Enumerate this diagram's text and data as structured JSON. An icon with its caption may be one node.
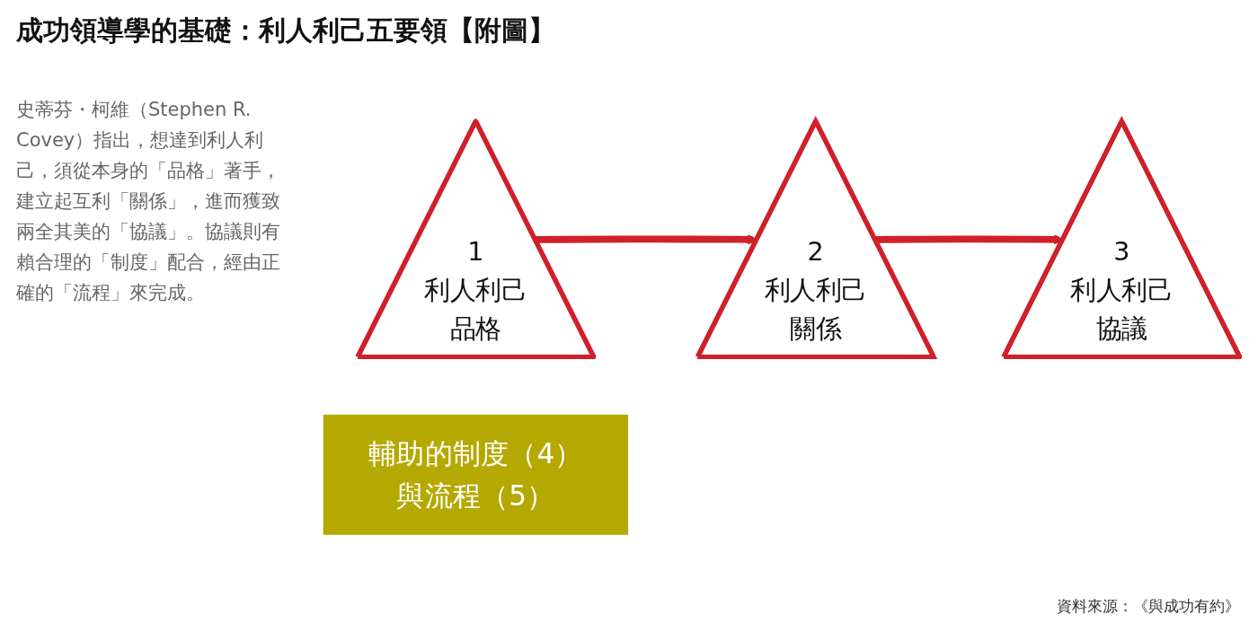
{
  "diagram": {
    "title": "成功領導學的基礎：利人利己五要領【附圖】",
    "caption": "資料來源：《與成功有約》",
    "nodes": [
      {
        "text": [
          "1",
          "利人利己",
          "品格"
        ]
      },
      {
        "text": [
          "2",
          "利人利己",
          "關係"
        ]
      },
      {
        "text": [
          "3",
          "利人利己",
          "協議"
        ]
      },
      {
        "text": [
          "輔助的制度（4）與流程（5）"
        ]
      }
    ],
    "edges": [
      {
        "from": 0,
        "to": 1,
        "arrow": "to"
      },
      {
        "from": 1,
        "to": 2,
        "arrow": "to"
      }
    ],
    "labels": [
      "史蒂芬・柯維（Stephen R. Covey）指出，想達到利人利己，須從本身的「品格」著手，建立起互利「關係」，進而獲致兩全其美的「協議」。協議則有賴合理的「制度」配合，經由正確的「流程」來完成。"
    ]
  }
}
